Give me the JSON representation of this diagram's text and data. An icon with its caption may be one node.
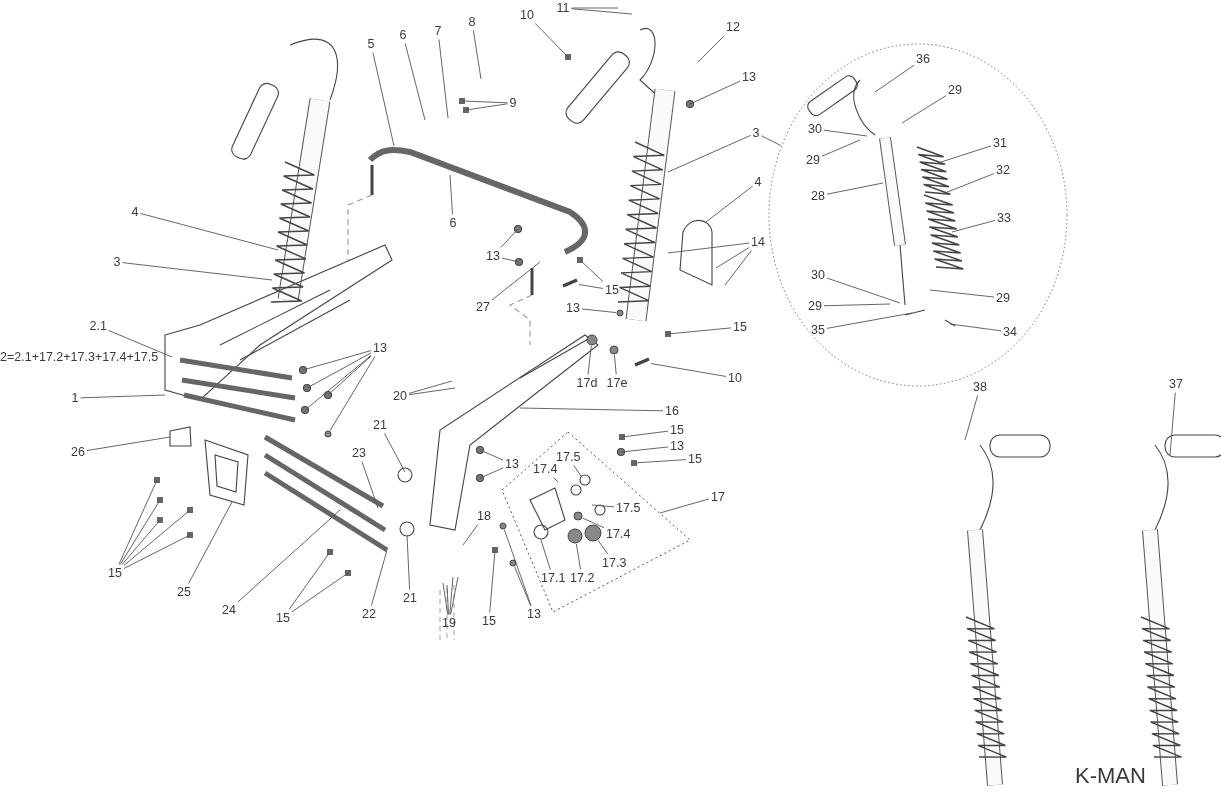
{
  "diagram": {
    "nodes": [
      {
        "text": [],
        "shape": "circle"
      },
      {
        "text": [],
        "shape": "box"
      },
      {
        "text": [
          "11"
        ]
      },
      {
        "text": [
          "10"
        ]
      },
      {
        "text": [
          "8"
        ]
      },
      {
        "text": [
          "12"
        ]
      },
      {
        "text": [
          "7"
        ]
      },
      {
        "text": [
          "6"
        ]
      },
      {
        "text": [
          "5"
        ]
      },
      {
        "text": [
          "36"
        ],
        "in": 0
      },
      {
        "text": [
          "13"
        ]
      },
      {
        "text": [
          "29"
        ],
        "in": 0
      },
      {
        "text": [
          "9"
        ]
      },
      {
        "text": [
          "30"
        ],
        "in": 0
      },
      {
        "text": [
          "3"
        ]
      },
      {
        "text": [
          "31"
        ],
        "in": 0
      },
      {
        "text": [
          "29"
        ],
        "in": 0
      },
      {
        "text": [
          "32"
        ],
        "in": 0
      },
      {
        "text": [
          "4"
        ]
      },
      {
        "text": [
          "28"
        ],
        "in": 0
      },
      {
        "text": [
          "4"
        ]
      },
      {
        "text": [
          "33"
        ],
        "in": 0
      },
      {
        "text": [
          "6"
        ]
      },
      {
        "text": [
          "14"
        ]
      },
      {
        "text": [
          "13"
        ]
      },
      {
        "text": [
          "3"
        ]
      },
      {
        "text": [
          "30"
        ],
        "in": 0
      },
      {
        "text": [
          "15"
        ]
      },
      {
        "text": [
          "29"
        ],
        "in": 0
      },
      {
        "text": [
          "29"
        ],
        "in": 0
      },
      {
        "text": [
          "27"
        ]
      },
      {
        "text": [
          "13"
        ]
      },
      {
        "text": [
          "15"
        ]
      },
      {
        "text": [
          "35"
        ],
        "in": 0
      },
      {
        "text": [
          "34"
        ],
        "in": 0
      },
      {
        "text": [
          "2.1"
        ]
      },
      {
        "text": [
          "13"
        ]
      },
      {
        "text": [
          "10"
        ]
      },
      {
        "text": [
          "17d"
        ]
      },
      {
        "text": [
          "17e"
        ]
      },
      {
        "text": [
          "37"
        ]
      },
      {
        "text": [
          "38"
        ]
      },
      {
        "text": [
          "20"
        ]
      },
      {
        "text": [
          "1"
        ]
      },
      {
        "text": [
          "16"
        ]
      },
      {
        "text": [
          "21"
        ]
      },
      {
        "text": [
          "15"
        ]
      },
      {
        "text": [
          "13"
        ]
      },
      {
        "text": [
          "26"
        ]
      },
      {
        "text": [
          "23"
        ]
      },
      {
        "text": [
          "17.5"
        ],
        "in": 1
      },
      {
        "text": [
          "15"
        ]
      },
      {
        "text": [
          "13"
        ]
      },
      {
        "text": [
          "17.4"
        ],
        "in": 1
      },
      {
        "text": [
          "17"
        ]
      },
      {
        "text": [
          "17.5"
        ],
        "in": 1
      },
      {
        "text": [
          "18"
        ]
      },
      {
        "text": [
          "17.4"
        ],
        "in": 1
      },
      {
        "text": [
          "17.3"
        ],
        "in": 1
      },
      {
        "text": [
          "15"
        ]
      },
      {
        "text": [
          "17.1"
        ],
        "in": 1
      },
      {
        "text": [
          "17.2"
        ],
        "in": 1
      },
      {
        "text": [
          "25"
        ]
      },
      {
        "text": [
          "21"
        ]
      },
      {
        "text": [
          "24"
        ]
      },
      {
        "text": [
          "13"
        ]
      },
      {
        "text": [
          "22"
        ]
      },
      {
        "text": [
          "15"
        ]
      },
      {
        "text": [
          "15"
        ]
      },
      {
        "text": [
          "19"
        ]
      },
      {
        "text": [],
        "shape": "bar"
      },
      {
        "text": [],
        "shape": "circle"
      },
      {
        "text": [],
        "shape": "circle"
      },
      {
        "text": [],
        "shape": "bar"
      },
      {
        "text": [],
        "shape": "circle"
      },
      {
        "text": [],
        "shape": "circle"
      },
      {
        "text": [],
        "shape": "circle",
        "in": 1
      },
      {
        "text": [],
        "shape": "circle",
        "in": 1
      },
      {
        "text": [],
        "shape": "circle",
        "in": 1
      },
      {
        "text": [],
        "shape": "circle"
      },
      {
        "text": [],
        "shape": "circle"
      }
    ],
    "edges": [
      {
        "from": 2,
        "to": null,
        "arrow": "none"
      },
      {
        "from": 2,
        "to": null,
        "arrow": "none"
      },
      {
        "from": 3,
        "to": null,
        "arrow": "none"
      },
      {
        "from": 4,
        "to": null,
        "arrow": "none"
      },
      {
        "from": 5,
        "to": null,
        "arrow": "none"
      },
      {
        "from": 6,
        "to": null,
        "arrow": "none"
      },
      {
        "from": 7,
        "to": null,
        "arrow": "none"
      },
      {
        "from": 8,
        "to": null,
        "arrow": "none"
      },
      {
        "from": 9,
        "to": null,
        "arrow": "none"
      },
      {
        "from": 10,
        "to": null,
        "arrow": "none"
      },
      {
        "from": 11,
        "to": null,
        "arrow": "none"
      },
      {
        "from": 12,
        "to": null,
        "arrow": "none"
      },
      {
        "from": 12,
        "to": null,
        "arrow": "none"
      },
      {
        "from": 13,
        "to": null,
        "arrow": "none"
      },
      {
        "from": 14,
        "to": 0,
        "arrow": "none"
      },
      {
        "from": 14,
        "to": null,
        "arrow": "none"
      },
      {
        "from": 15,
        "to": null,
        "arrow": "none"
      },
      {
        "from": 16,
        "to": null,
        "arrow": "none"
      },
      {
        "from": 17,
        "to": null,
        "arrow": "none"
      },
      {
        "from": 18,
        "to": null,
        "arrow": "none"
      },
      {
        "from": 19,
        "to": null,
        "arrow": "none"
      },
      {
        "from": 20,
        "to": null,
        "arrow": "none"
      },
      {
        "from": 21,
        "to": null,
        "arrow": "none"
      },
      {
        "from": 22,
        "to": null,
        "arrow": "none"
      },
      {
        "from": 23,
        "to": null,
        "arrow": "none"
      },
      {
        "from": 23,
        "to": null,
        "arrow": "none"
      },
      {
        "from": 23,
        "to": null,
        "arrow": "none"
      },
      {
        "from": 24,
        "to": null,
        "arrow": "none"
      },
      {
        "from": 24,
        "to": null,
        "arrow": "none"
      },
      {
        "from": 25,
        "to": null,
        "arrow": "none"
      },
      {
        "from": 26,
        "to": null,
        "arrow": "none"
      },
      {
        "from": 27,
        "to": null,
        "arrow": "none"
      },
      {
        "from": 27,
        "to": 70,
        "arrow": "none"
      },
      {
        "from": 28,
        "to": null,
        "arrow": "none"
      },
      {
        "from": 29,
        "to": null,
        "arrow": "none"
      },
      {
        "from": 30,
        "to": null,
        "arrow": "none"
      },
      {
        "from": 31,
        "to": 71,
        "arrow": "none"
      },
      {
        "from": 32,
        "to": null,
        "arrow": "none"
      },
      {
        "from": 33,
        "to": null,
        "arrow": "none"
      },
      {
        "from": 34,
        "to": null,
        "arrow": "none"
      },
      {
        "from": 35,
        "to": null,
        "arrow": "none"
      },
      {
        "from": 36,
        "to": null,
        "arrow": "none"
      },
      {
        "from": 36,
        "to": null,
        "arrow": "none"
      },
      {
        "from": 36,
        "to": null,
        "arrow": "none"
      },
      {
        "from": 36,
        "to": null,
        "arrow": "none"
      },
      {
        "from": 36,
        "to": 72,
        "arrow": "none"
      },
      {
        "from": 37,
        "to": 73,
        "arrow": "none"
      },
      {
        "from": 38,
        "to": 74,
        "arrow": "none"
      },
      {
        "from": 39,
        "to": 75,
        "arrow": "none"
      },
      {
        "from": 40,
        "to": null,
        "arrow": "none"
      },
      {
        "from": 41,
        "to": null,
        "arrow": "none"
      },
      {
        "from": 42,
        "to": null,
        "arrow": "none"
      },
      {
        "from": 42,
        "to": null,
        "arrow": "none"
      },
      {
        "from": 43,
        "to": null,
        "arrow": "none"
      },
      {
        "from": 44,
        "to": null,
        "arrow": "none"
      },
      {
        "from": 45,
        "to": null,
        "arrow": "none"
      },
      {
        "from": 46,
        "to": null,
        "arrow": "none"
      },
      {
        "from": 47,
        "to": null,
        "arrow": "none"
      },
      {
        "from": 48,
        "to": null,
        "arrow": "none"
      },
      {
        "from": 49,
        "to": null,
        "arrow": "none"
      },
      {
        "from": 50,
        "to": null,
        "arrow": "none"
      },
      {
        "from": 51,
        "to": null,
        "arrow": "none"
      },
      {
        "from": 52,
        "to": null,
        "arrow": "none"
      },
      {
        "from": 52,
        "to": null,
        "arrow": "none"
      },
      {
        "from": 53,
        "to": null,
        "arrow": "none"
      },
      {
        "from": 54,
        "to": 1,
        "arrow": "none"
      },
      {
        "from": 55,
        "to": null,
        "arrow": "none"
      },
      {
        "from": 56,
        "to": null,
        "arrow": "none"
      },
      {
        "from": 57,
        "to": 77,
        "arrow": "none"
      },
      {
        "from": 58,
        "to": 78,
        "arrow": "none"
      },
      {
        "from": 59,
        "to": null,
        "arrow": "none"
      },
      {
        "from": 59,
        "to": null,
        "arrow": "none"
      },
      {
        "from": 59,
        "to": null,
        "arrow": "none"
      },
      {
        "from": 59,
        "to": null,
        "arrow": "none"
      },
      {
        "from": 59,
        "to": null,
        "arrow": "none"
      },
      {
        "from": 60,
        "to": null,
        "arrow": "none"
      },
      {
        "from": 61,
        "to": 76,
        "arrow": "none"
      },
      {
        "from": 62,
        "to": null,
        "arrow": "none"
      },
      {
        "from": 63,
        "to": null,
        "arrow": "none"
      },
      {
        "from": 64,
        "to": null,
        "arrow": "none"
      },
      {
        "from": 65,
        "to": 79,
        "arrow": "none"
      },
      {
        "from": 65,
        "to": 80,
        "arrow": "none"
      },
      {
        "from": 66,
        "to": null,
        "arrow": "none"
      },
      {
        "from": 67,
        "to": null,
        "arrow": "none"
      },
      {
        "from": 67,
        "to": null,
        "arrow": "none"
      },
      {
        "from": 68,
        "to": null,
        "arrow": "none"
      },
      {
        "from": 69,
        "to": null,
        "arrow": "none"
      },
      {
        "from": 69,
        "to": null,
        "arrow": "none"
      },
      {
        "from": 69,
        "to": null,
        "arrow": "none"
      },
      {
        "from": 69,
        "to": null,
        "arrow": "none"
      }
    ],
    "labels": [
      "2=2.1+17.2+17.3+17.4+17.5",
      "K-MAN"
    ]
  }
}
